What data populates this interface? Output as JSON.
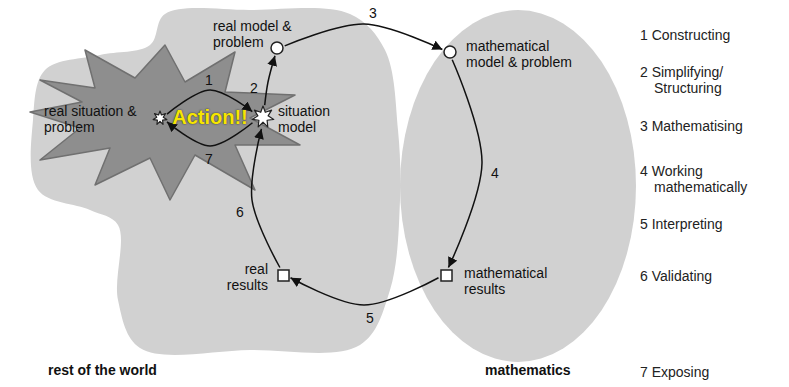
{
  "diagram": {
    "nodes": [
      {
        "text": [
          "rest of the world"
        ]
      },
      {
        "text": [
          "mathematics"
        ]
      },
      {
        "text": [
          "real situation & problem"
        ],
        "in": 0
      },
      {
        "text": [
          "situation model"
        ],
        "in": 0
      },
      {
        "text": [
          "real model & problem"
        ],
        "in": 0
      },
      {
        "text": [
          "real results"
        ],
        "in": 0
      },
      {
        "text": [
          "mathematical model & problem"
        ],
        "in": 1
      },
      {
        "text": [
          "mathematical results"
        ],
        "in": 1
      }
    ],
    "edges": [
      {
        "from": 2,
        "to": 3,
        "label": "1",
        "arrow": "to"
      },
      {
        "from": 3,
        "to": 4,
        "label": "2",
        "arrow": "to"
      },
      {
        "from": 4,
        "to": 6,
        "label": "3",
        "arrow": "to"
      },
      {
        "from": 6,
        "to": 7,
        "label": "4",
        "arrow": "to"
      },
      {
        "from": 7,
        "to": 5,
        "label": "5",
        "arrow": "to"
      },
      {
        "from": 5,
        "to": 3,
        "label": "6",
        "arrow": "to"
      },
      {
        "from": 3,
        "to": 2,
        "label": "7",
        "arrow": "to"
      }
    ],
    "labels": [
      "Action!!",
      "1 Constructing",
      "2 Simplifying/ Structuring",
      "3 Mathematising",
      "4 Working mathematically",
      "5 Interpreting",
      "6 Validating",
      "7 Exposing"
    ]
  }
}
